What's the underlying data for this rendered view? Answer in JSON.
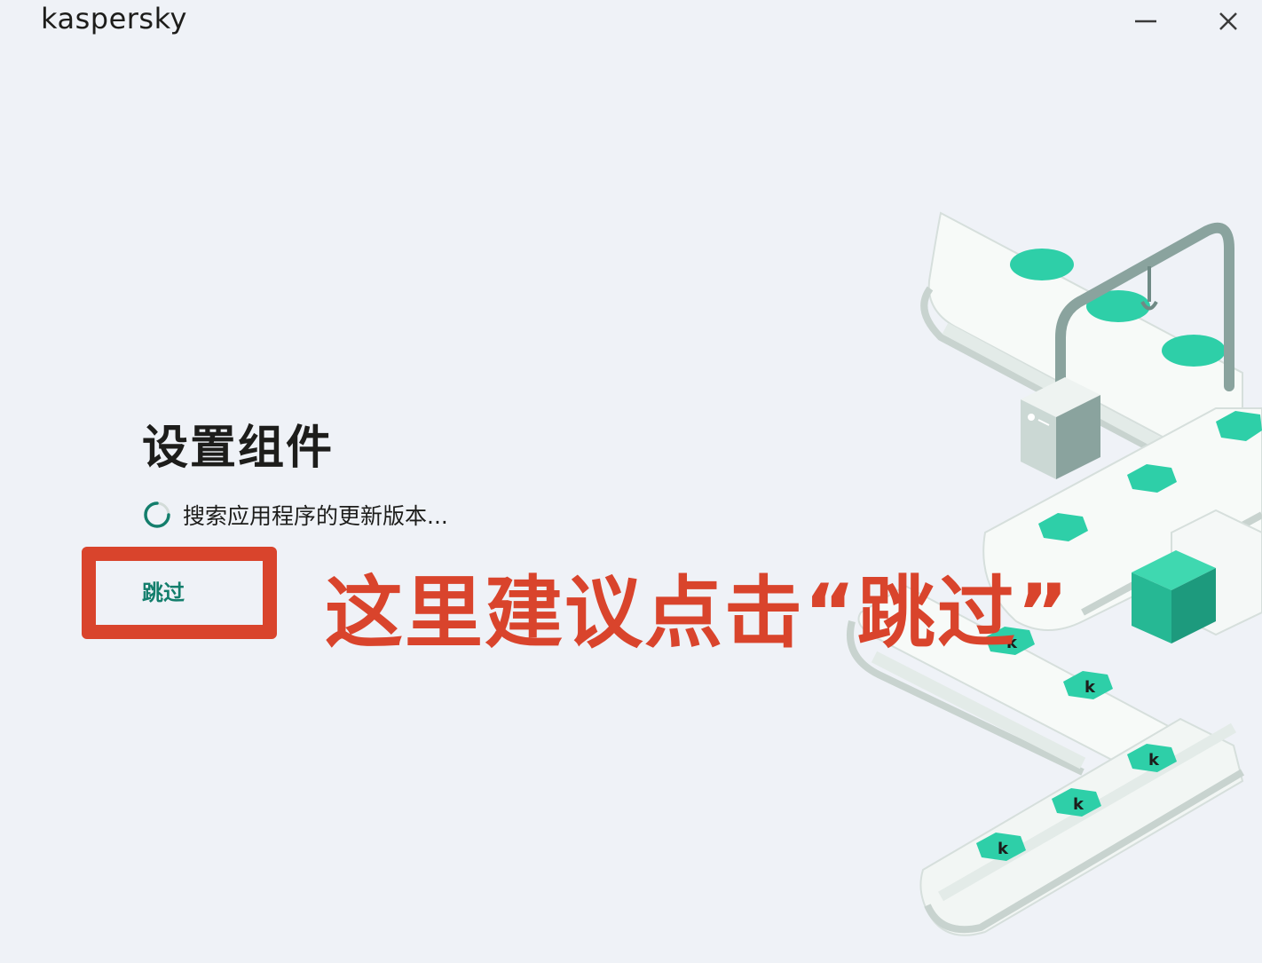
{
  "app": {
    "brand": "kaspersky"
  },
  "window_controls": {
    "minimize_icon": "minimize-icon",
    "close_icon": "close-icon"
  },
  "main": {
    "title": "设置组件",
    "status_text": "搜索应用程序的更新版本...",
    "skip_label": "跳过"
  },
  "annotation": {
    "text": "这里建议点击“跳过”",
    "color": "#d9442c"
  },
  "colors": {
    "accent": "#137e6c",
    "mint": "#2ecfa8",
    "background": "#eff2f7"
  }
}
